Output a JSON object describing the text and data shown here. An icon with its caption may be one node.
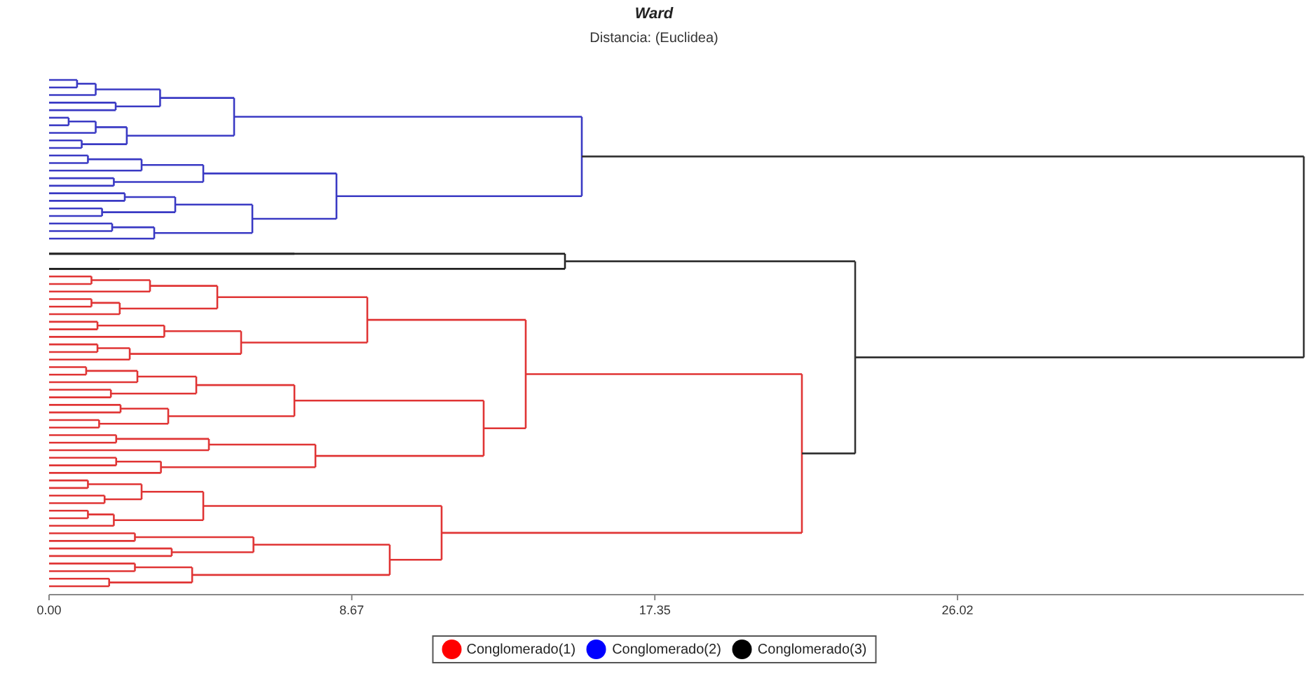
{
  "diagram": {
    "title": "Ward",
    "labels": [
      "Distancia: (Euclidea)",
      "0.00",
      "8.67",
      "17.35",
      "26.02"
    ],
    "legend": [
      {
        "text": "Conglomerado(1)",
        "color": "#ff0000"
      },
      {
        "text": "Conglomerado(2)",
        "color": "#0000ff"
      },
      {
        "text": "Conglomerado(3)",
        "color": "#000000"
      }
    ]
  }
}
